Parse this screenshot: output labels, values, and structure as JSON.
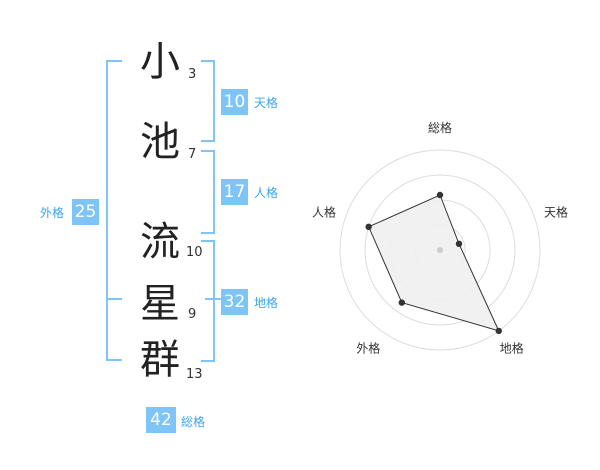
{
  "name": {
    "chars": [
      {
        "char": "小",
        "strokes": "3"
      },
      {
        "char": "池",
        "strokes": "7"
      },
      {
        "char": "流",
        "strokes": "10"
      },
      {
        "char": "星",
        "strokes": "9"
      },
      {
        "char": "群",
        "strokes": "13"
      }
    ]
  },
  "kaku": {
    "tenkaku": {
      "value": "10",
      "label": "天格"
    },
    "jinkaku": {
      "value": "17",
      "label": "人格"
    },
    "chikaku": {
      "value": "32",
      "label": "地格"
    },
    "gaikaku": {
      "value": "25",
      "label": "外格"
    },
    "soukaku": {
      "value": "42",
      "label": "総格"
    }
  },
  "colors": {
    "accent": "#7fc4f7",
    "accent_text": "#3ba4ee",
    "polygon_fill": "#f0f0f0",
    "grid": "#dddddd"
  },
  "chart_data": {
    "type": "radar",
    "axes": [
      "総格",
      "天格",
      "地格",
      "外格",
      "人格"
    ],
    "values": [
      0.55,
      0.2,
      1.0,
      0.65,
      0.75
    ],
    "rings": 4
  }
}
